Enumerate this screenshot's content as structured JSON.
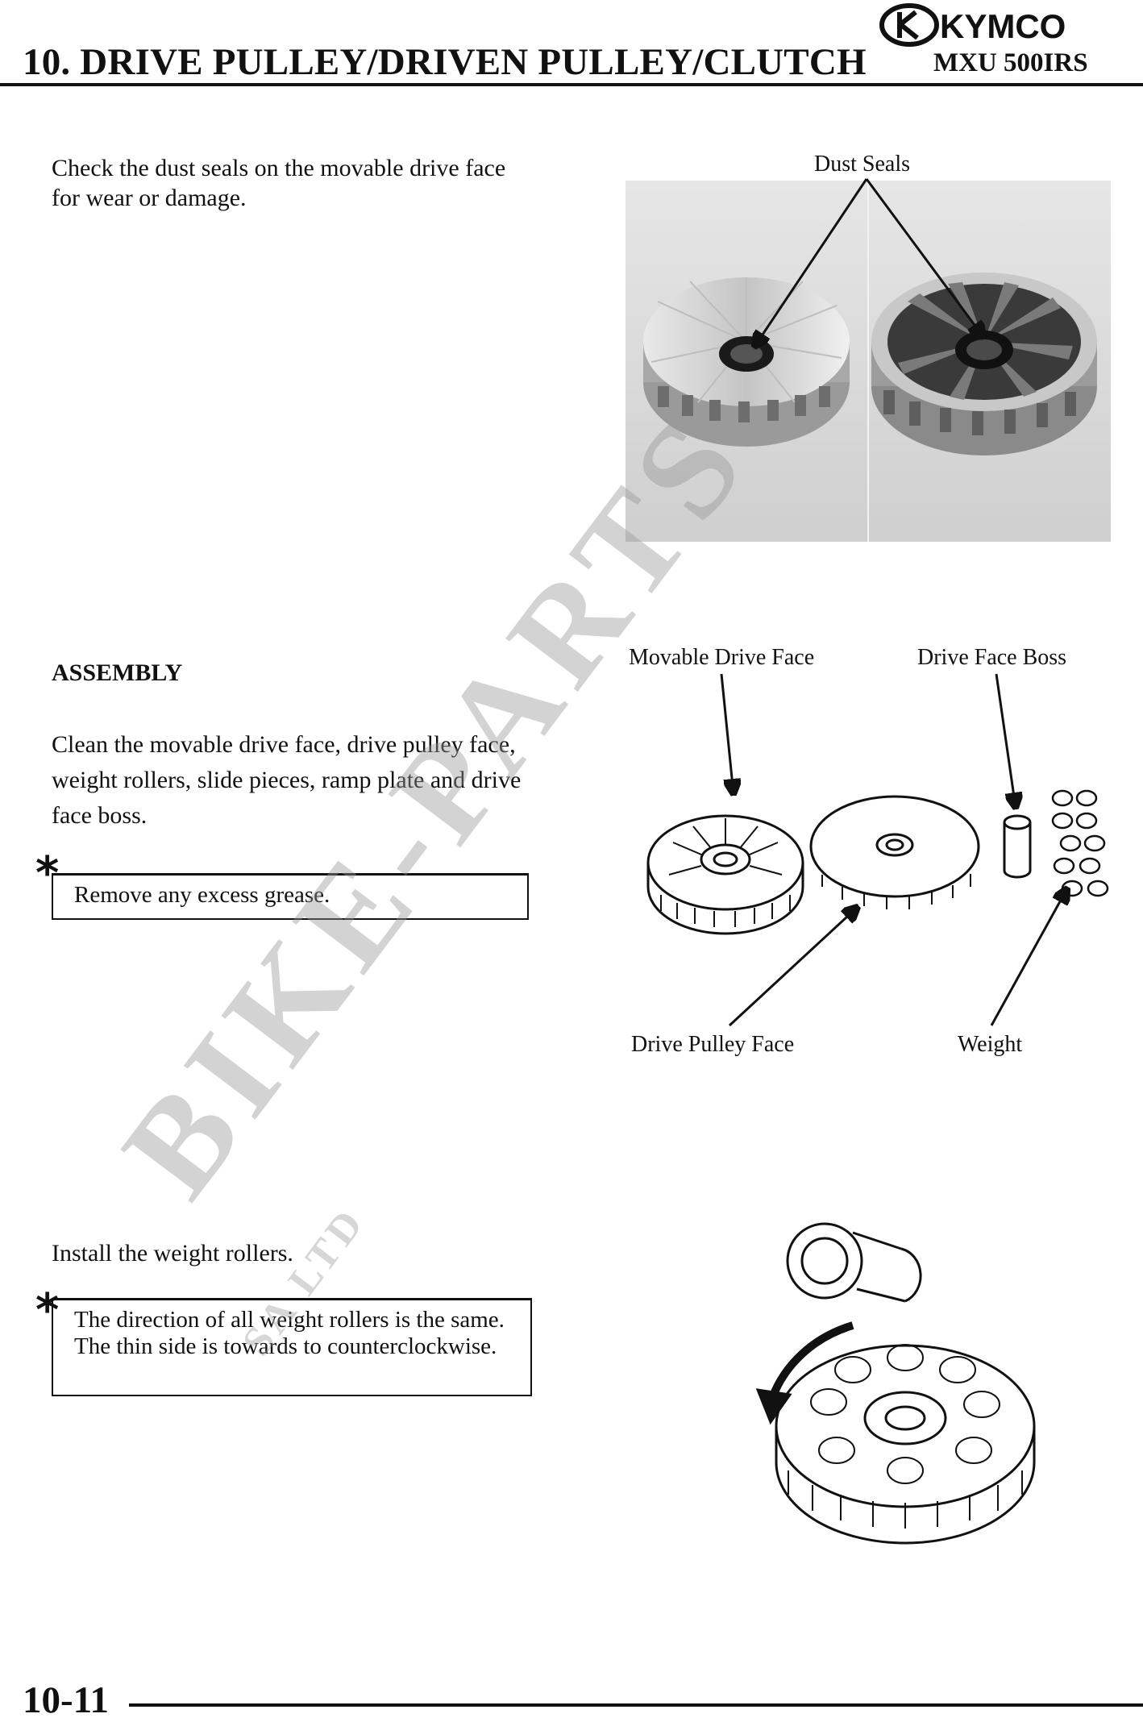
{
  "header": {
    "brand": "KYMCO",
    "title": "10. DRIVE PULLEY/DRIVEN PULLEY/CLUTCH",
    "model": "MXU 500IRS"
  },
  "section_check": {
    "text": "Check the dust seals on the movable drive face for wear or damage.",
    "figure_label": "Dust Seals"
  },
  "section_assembly": {
    "heading": "ASSEMBLY",
    "text": "Clean the movable drive face, drive pulley face, weight rollers, slide pieces, ramp plate and drive face boss.",
    "note": "Remove any excess grease.",
    "labels": {
      "movable_drive_face": "Movable Drive Face",
      "drive_face_boss": "Drive Face Boss",
      "drive_pulley_face": "Drive Pulley Face",
      "weight": "Weight"
    }
  },
  "section_install": {
    "text": "Install the weight rollers.",
    "note": "The direction of all weight rollers is the same. The thin side is towards to counterclockwise."
  },
  "note_marker": "*",
  "watermark": {
    "main": "BIKE-PARTS",
    "sub": "SA LTD"
  },
  "footer": {
    "page_number": "10-11"
  }
}
